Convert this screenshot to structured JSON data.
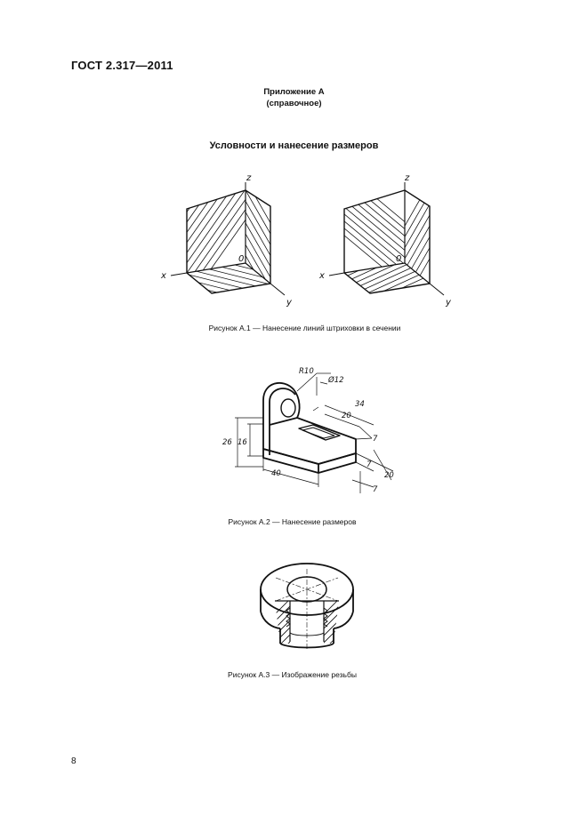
{
  "header": {
    "code": "ГОСТ  2.317—2011"
  },
  "annex": {
    "title": "Приложение А",
    "subtitle": "(справочное)"
  },
  "section": {
    "title": "Условности и нанесение размеров"
  },
  "figure1": {
    "caption": "Рисунок А.1 — Нанесение линий штриховки в сечении",
    "axis_labels": {
      "z": "z",
      "x": "x",
      "y": "y",
      "origin": "0"
    }
  },
  "figure2": {
    "caption": "Рисунок А.2 — Нанесение размеров",
    "dimensions": {
      "r10": "R10",
      "d12": "Ø12",
      "d34": "34",
      "d20a": "20",
      "d7a": "7",
      "d26": "26",
      "d16": "16",
      "d40": "40",
      "d7b": "7",
      "d20b": "20",
      "d7c": "7"
    }
  },
  "figure3": {
    "caption": "Рисунок А.3 — Изображение резьбы"
  },
  "footer": {
    "page_number": "8"
  }
}
